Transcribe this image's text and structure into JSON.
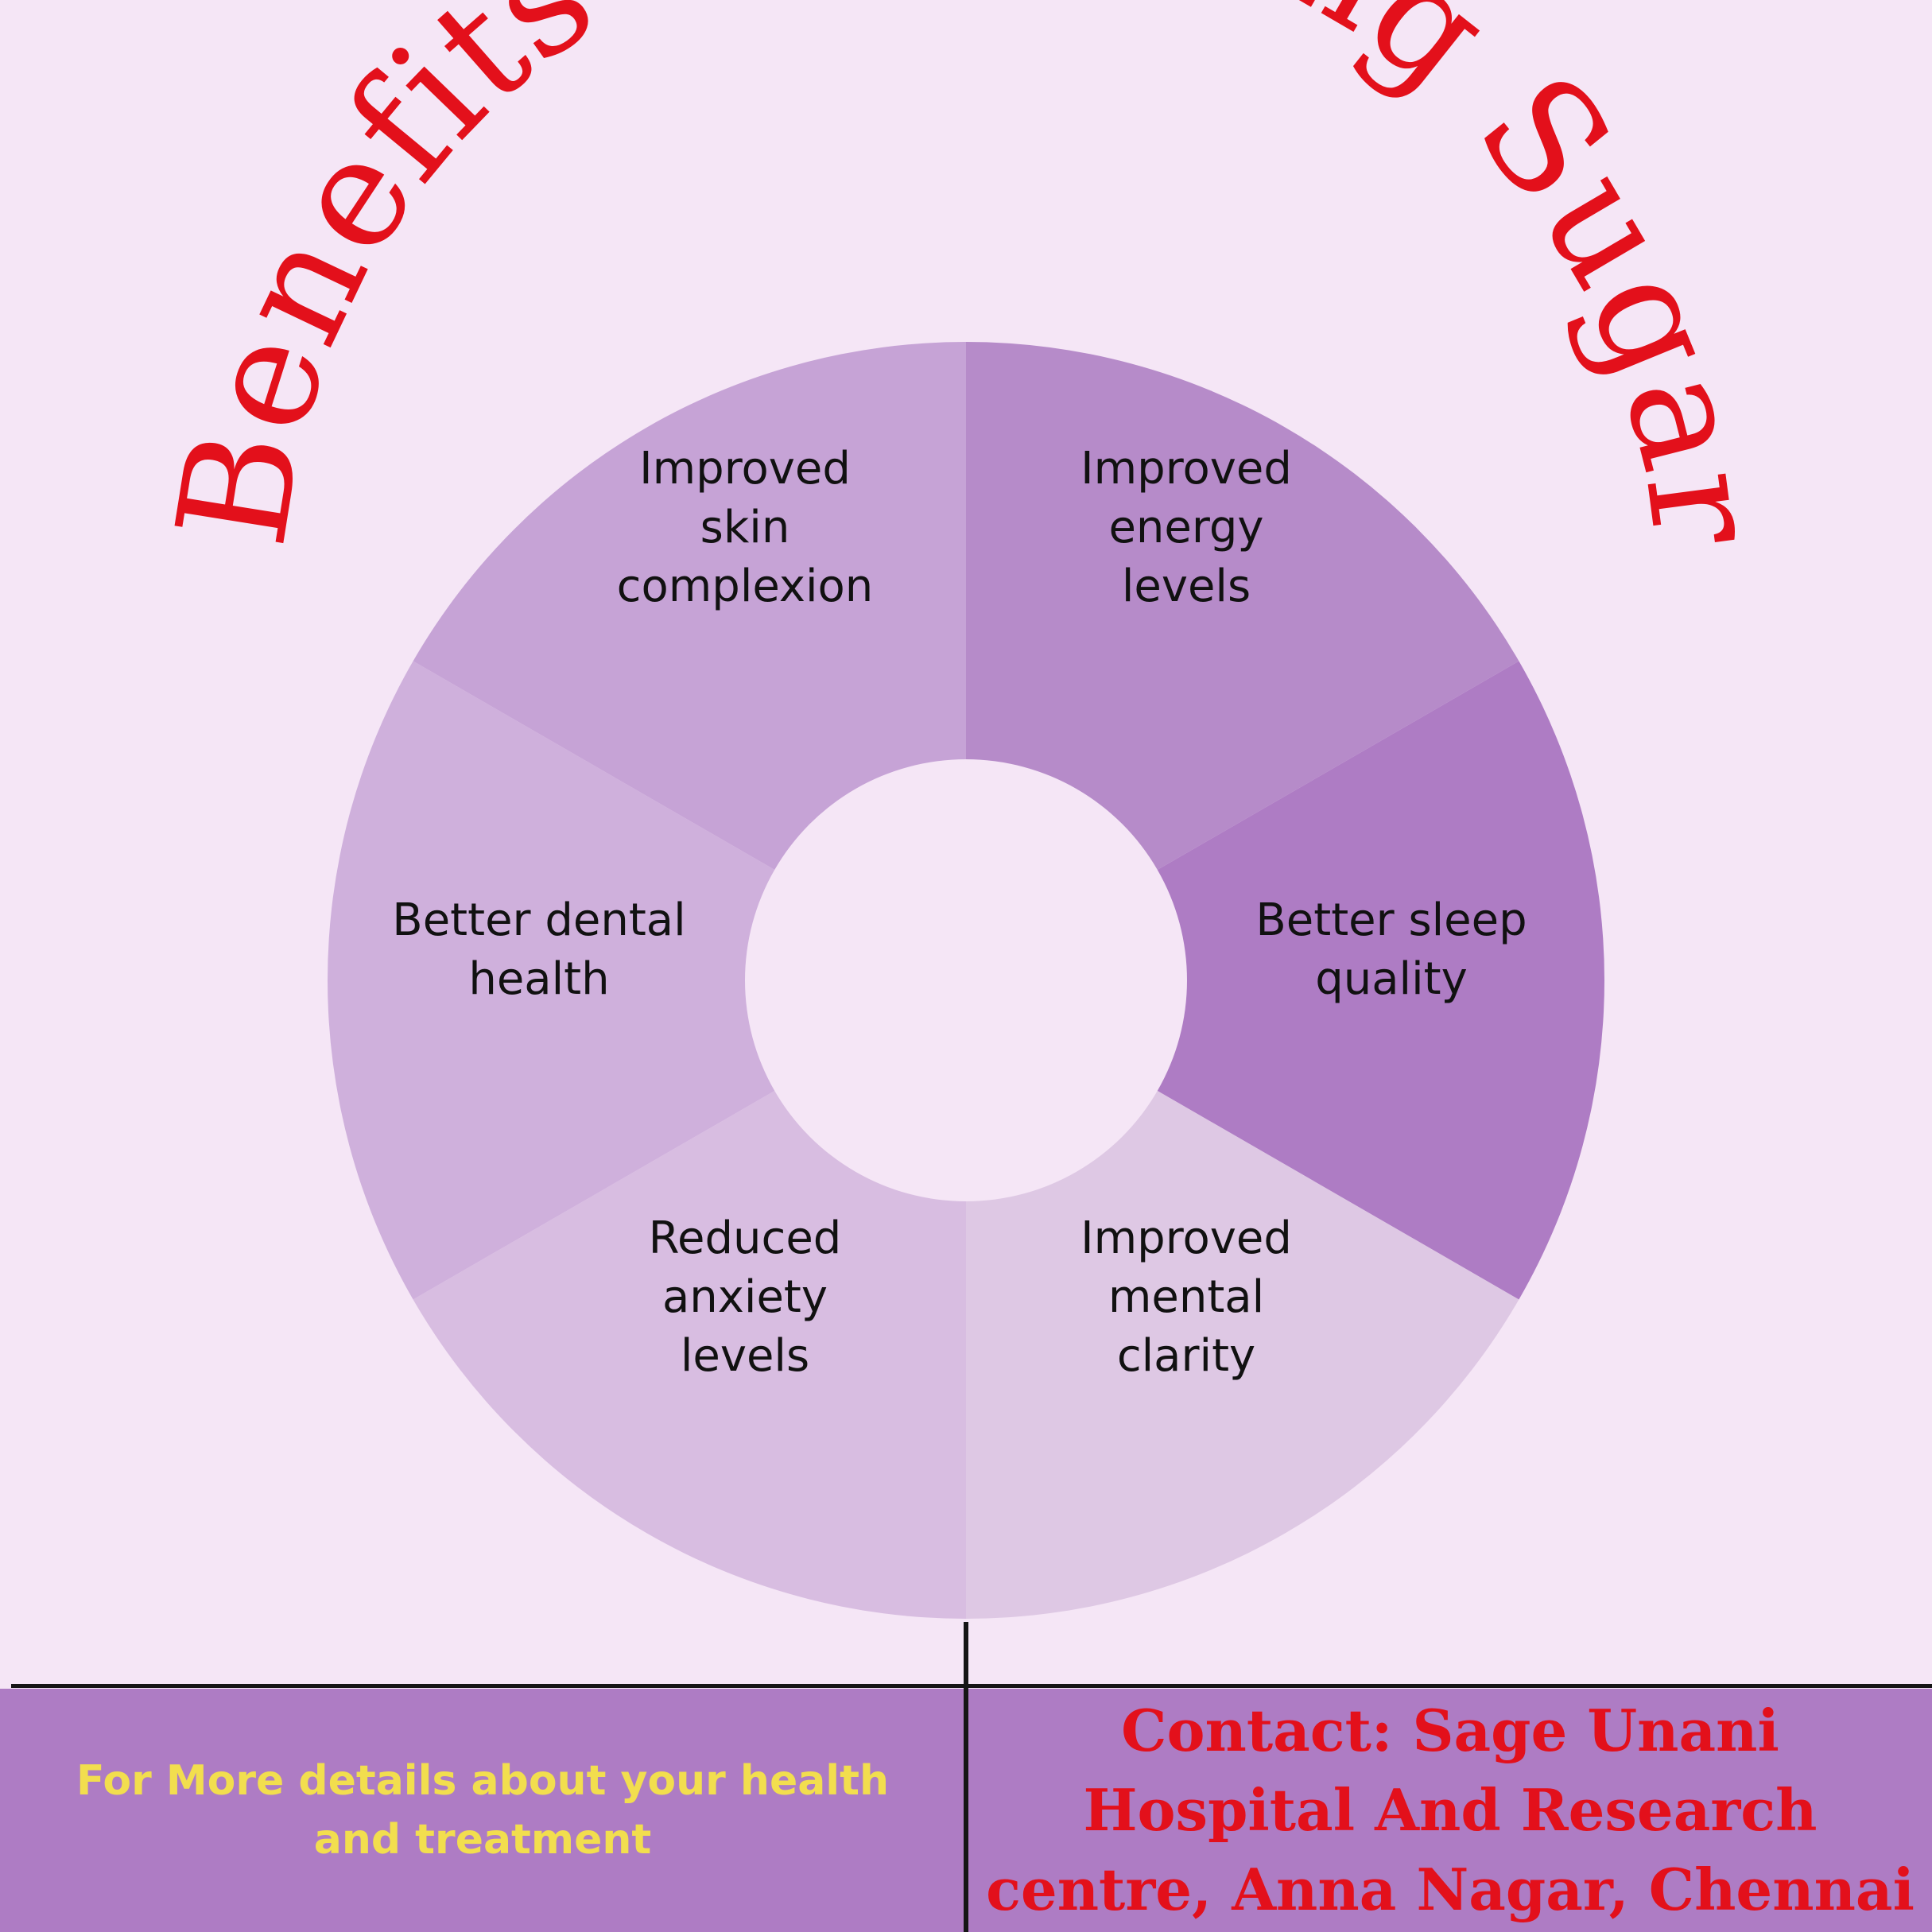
{
  "title": "Benefits of Quitting Sugar",
  "segments": [
    {
      "label_lines": [
        "Improved",
        "energy",
        "levels"
      ],
      "color": "#b68bc9"
    },
    {
      "label_lines": [
        "Better sleep",
        "quality"
      ],
      "color": "#ae7cc4"
    },
    {
      "label_lines": [
        "Improved",
        "mental",
        "clarity"
      ],
      "color": "#dec8e4"
    },
    {
      "label_lines": [
        "Reduced",
        "anxiety",
        "levels"
      ],
      "color": "#d8bde1"
    },
    {
      "label_lines": [
        "Better dental",
        "health"
      ],
      "color": "#cfb0dc"
    },
    {
      "label_lines": [
        "Improved",
        "skin",
        "complexion"
      ],
      "color": "#c6a3d6"
    }
  ],
  "footer": {
    "left_text": "For More details about your health and treatment",
    "right_text": "Contact: Sage Unani Hospital And Research centre, Anna Nagar, Chennai"
  },
  "colors": {
    "background": "#f5e6f6",
    "title": "#e3101b",
    "footer_panel": "#ae7cc4",
    "footer_left_text": "#f2de4e",
    "footer_right_text": "#e3101b"
  }
}
